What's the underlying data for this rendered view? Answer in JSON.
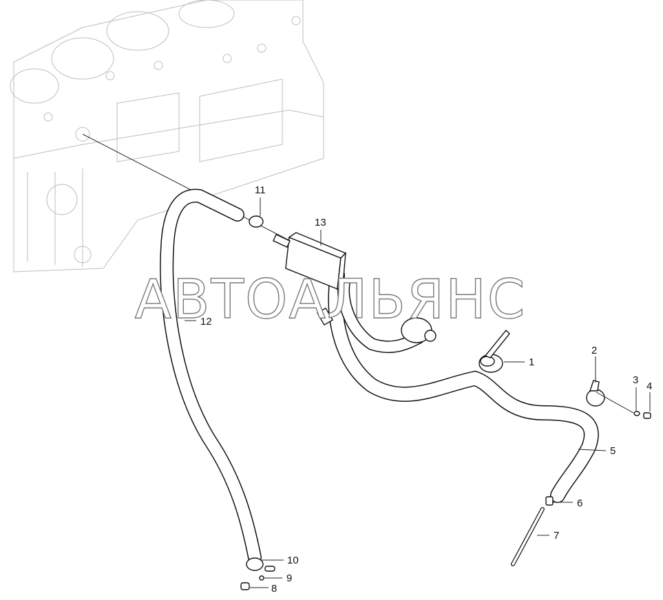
{
  "diagram": {
    "watermark": "АВТОАЛЬЯНС",
    "callouts": [
      "1",
      "2",
      "3",
      "4",
      "5",
      "6",
      "7",
      "8",
      "9",
      "10",
      "11",
      "12",
      "13"
    ]
  }
}
